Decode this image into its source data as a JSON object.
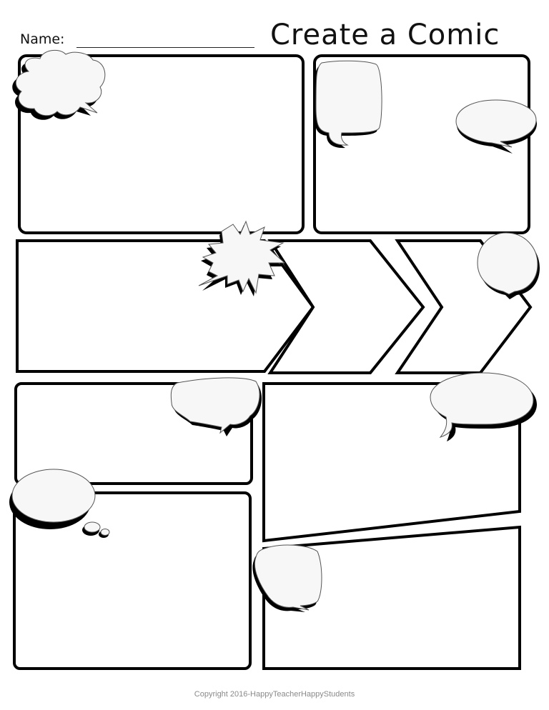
{
  "header": {
    "name_label": "Name:",
    "name_value": "",
    "title": "Create a Comic"
  },
  "panels": [
    {
      "id": 1,
      "shape": "rounded-rect",
      "bubble": "cloud-speech"
    },
    {
      "id": 2,
      "shape": "rounded-rect",
      "bubbles": [
        "rounded-square-speech",
        "oval-speech"
      ]
    },
    {
      "id": 3,
      "shape": "arrow",
      "bubble": "explosion-burst"
    },
    {
      "id": 4,
      "shape": "chevron"
    },
    {
      "id": 5,
      "shape": "chevron",
      "bubble": "oval-speech"
    },
    {
      "id": 6,
      "shape": "rounded-rect",
      "bubble": "wavy-speech"
    },
    {
      "id": 7,
      "shape": "slanted-rect",
      "bubble": "oval-speech"
    },
    {
      "id": 8,
      "shape": "rounded-rect",
      "bubble": "thought"
    },
    {
      "id": 9,
      "shape": "slanted-rect",
      "bubble": "rounded-square-speech"
    }
  ],
  "footer": {
    "copyright": "Copyright 2016-HappyTeacherHappyStudents"
  }
}
